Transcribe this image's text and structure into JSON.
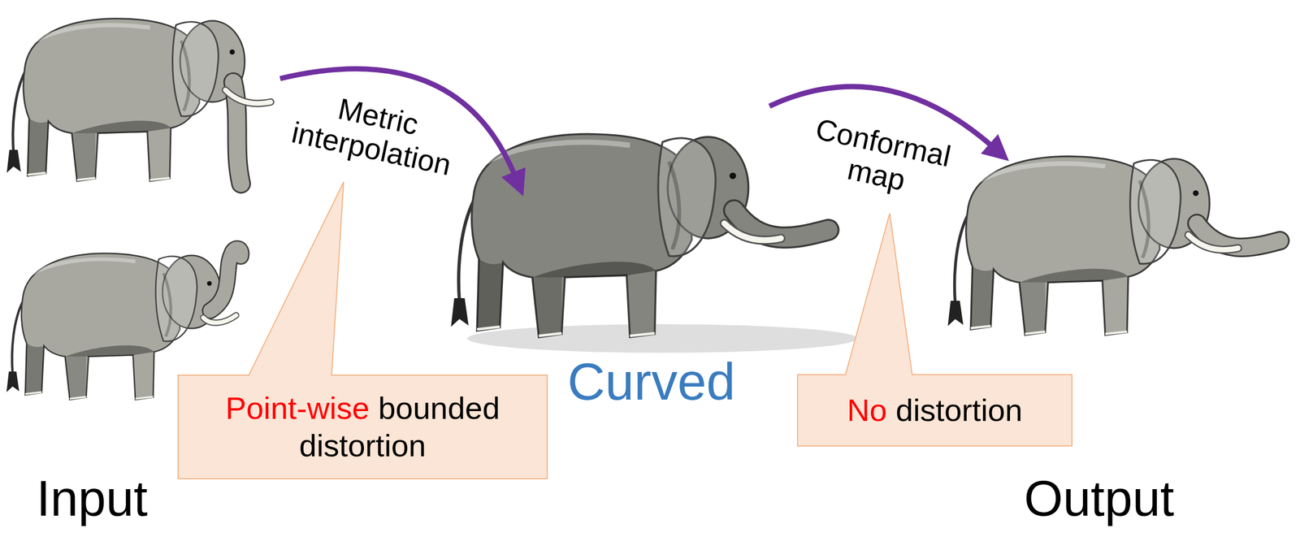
{
  "diagram": {
    "nodes": [
      {
        "text": [
          "Point-wise",
          "bounded distortion"
        ]
      },
      {
        "text": [
          "No",
          "distortion"
        ]
      }
    ],
    "labels": [
      "Metric interpolation",
      "Conformal map",
      "Curved",
      "Input",
      "Output"
    ]
  }
}
